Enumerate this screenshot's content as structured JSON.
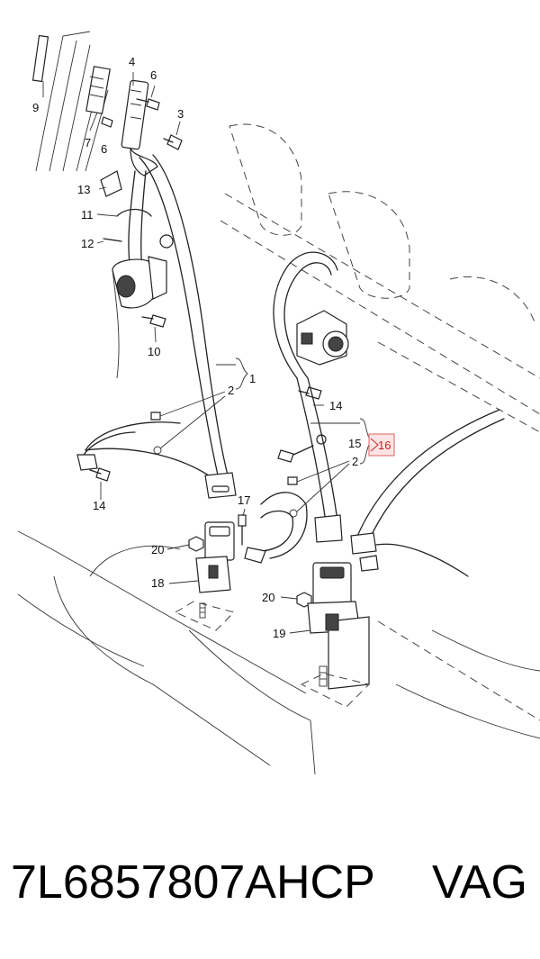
{
  "diagram": {
    "callouts": {
      "c1": "1",
      "c2a": "2",
      "c2b": "2",
      "c3": "3",
      "c4": "4",
      "c6a": "6",
      "c6b": "6",
      "c7": "7",
      "c9": "9",
      "c10": "10",
      "c11": "11",
      "c12": "12",
      "c13": "13",
      "c14a": "14",
      "c14b": "14",
      "c15": "15",
      "c16": "16",
      "c17": "17",
      "c18": "18",
      "c19": "19",
      "c20a": "20",
      "c20b": "20"
    },
    "highlight_color": "#e07a7a"
  },
  "footer": {
    "part_number": "7L6857807AHCP",
    "brand": "VAG"
  }
}
